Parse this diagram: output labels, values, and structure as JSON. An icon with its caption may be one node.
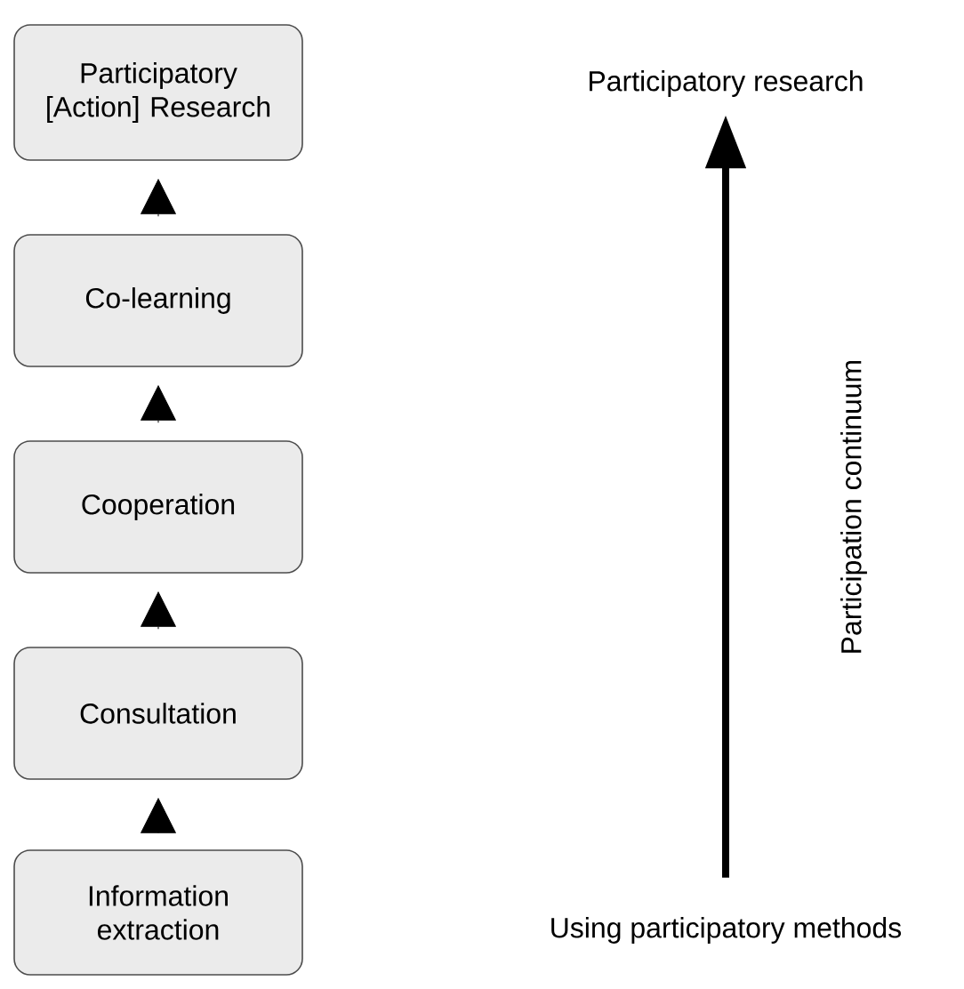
{
  "diagram": {
    "nodes": [
      {
        "text": [
          "Participatory [Action] Research"
        ]
      },
      {
        "text": [
          "Co-learning"
        ]
      },
      {
        "text": [
          "Cooperation"
        ]
      },
      {
        "text": [
          "Consultation"
        ]
      },
      {
        "text": [
          "Information extraction"
        ]
      },
      {
        "text": [
          "Participatory research"
        ]
      },
      {
        "text": [
          "Using participatory methods"
        ]
      }
    ],
    "edges": [
      {
        "from": 4,
        "to": 3,
        "arrow": "to"
      },
      {
        "from": 3,
        "to": 2,
        "arrow": "to"
      },
      {
        "from": 2,
        "to": 1,
        "arrow": "to"
      },
      {
        "from": 1,
        "to": 0,
        "arrow": "to"
      },
      {
        "from": 6,
        "to": 5,
        "arrow": "to",
        "style": "thick",
        "label": "Participation continuum"
      }
    ]
  }
}
